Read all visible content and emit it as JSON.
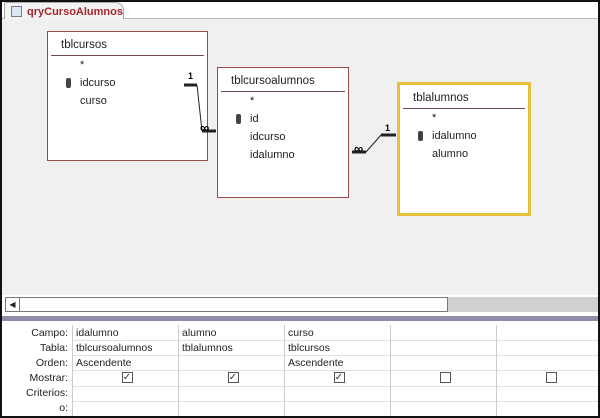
{
  "tab": {
    "title": "qryCursoAlumnos",
    "icon": "query-icon"
  },
  "tables": [
    {
      "name": "tblcursos",
      "fields": [
        "*",
        "idcurso",
        "curso"
      ],
      "key_field": "idcurso"
    },
    {
      "name": "tblcursoalumnos",
      "fields": [
        "*",
        "id",
        "idcurso",
        "idalumno"
      ],
      "key_field": "id"
    },
    {
      "name": "tblalumnos",
      "fields": [
        "*",
        "idalumno",
        "alumno"
      ],
      "key_field": "idalumno",
      "selected": true
    }
  ],
  "relations": [
    {
      "one_label": "1",
      "many_label": "∞"
    },
    {
      "one_label": "1",
      "many_label": "∞"
    }
  ],
  "grid": {
    "row_labels": [
      "Campo:",
      "Tabla:",
      "Orden:",
      "Mostrar:",
      "Criterios:",
      "o:"
    ],
    "columns": [
      {
        "campo": "idalumno",
        "tabla": "tblcursoalumnos",
        "orden": "Ascendente",
        "mostrar": true
      },
      {
        "campo": "alumno",
        "tabla": "tblalumnos",
        "orden": "",
        "mostrar": true
      },
      {
        "campo": "curso",
        "tabla": "tblcursos",
        "orden": "Ascendente",
        "mostrar": true
      },
      {
        "campo": "",
        "tabla": "",
        "orden": "",
        "mostrar": false
      },
      {
        "campo": "",
        "tabla": "",
        "orden": "",
        "mostrar": false
      }
    ]
  },
  "checkmark": "✓",
  "scroll_left": "◀"
}
